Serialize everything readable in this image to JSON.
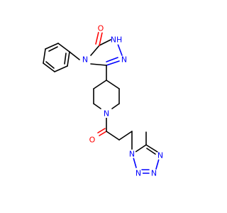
{
  "molecule": {
    "atoms": {
      "o_ketone_triazolone": "O",
      "nh_triazolone": "NH",
      "n_triazolone_n4": "N",
      "n_triazolone_n1": "N",
      "n_piperidine": "N",
      "o_amide": "O",
      "n_tetrazole_n1": "N",
      "n_tetrazole_n2": "N",
      "n_tetrazole_n3": "N",
      "n_tetrazole_n4": "N"
    },
    "colors": {
      "carbon": "#000000",
      "nitrogen": "#0000ff",
      "oxygen": "#ff0000"
    }
  }
}
